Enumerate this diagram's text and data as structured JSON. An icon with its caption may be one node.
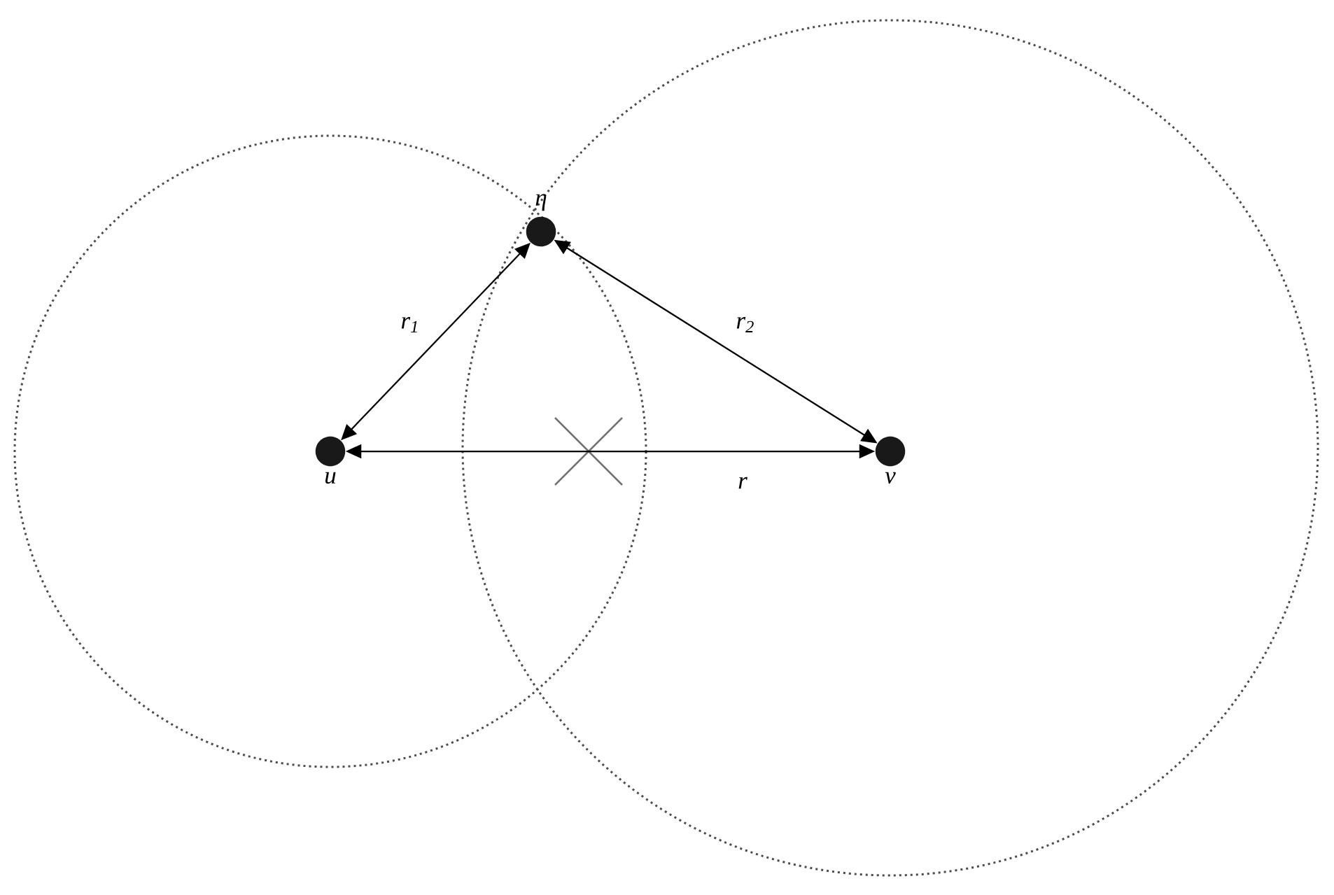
{
  "diagram": {
    "nodes": [
      {
        "text": [
          "η"
        ]
      },
      {
        "text": [
          "u"
        ]
      },
      {
        "text": [
          "v"
        ]
      }
    ],
    "edges": [
      {
        "from": 0,
        "to": 1,
        "arrow": "both",
        "label": "r$_{1}$"
      },
      {
        "from": 0,
        "to": 2,
        "arrow": "both",
        "label": "r$_{2}$"
      },
      {
        "from": 1,
        "to": 2,
        "arrow": "both",
        "label": "r"
      }
    ]
  }
}
